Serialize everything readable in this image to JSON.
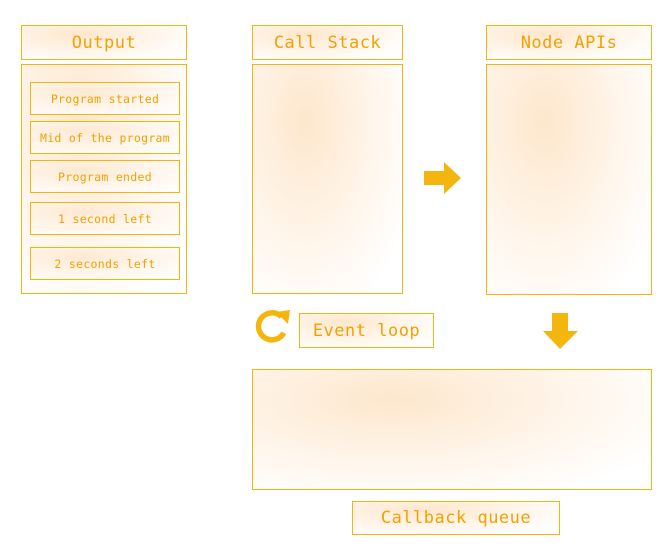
{
  "output": {
    "title": "Output",
    "items": [
      "Program started",
      "Mid of the program",
      "Program ended",
      "1 second left",
      "2 seconds left"
    ]
  },
  "call_stack": {
    "title": "Call Stack"
  },
  "node_apis": {
    "title": "Node APIs"
  },
  "event_loop": {
    "label": "Event loop"
  },
  "callback_queue": {
    "title": "Callback queue"
  },
  "colors": {
    "accent": "#f5b50f",
    "text": "#f0a202"
  },
  "icons": {
    "refresh": "refresh-icon",
    "arrow_right": "arrow-right-icon",
    "arrow_down": "arrow-down-icon"
  }
}
